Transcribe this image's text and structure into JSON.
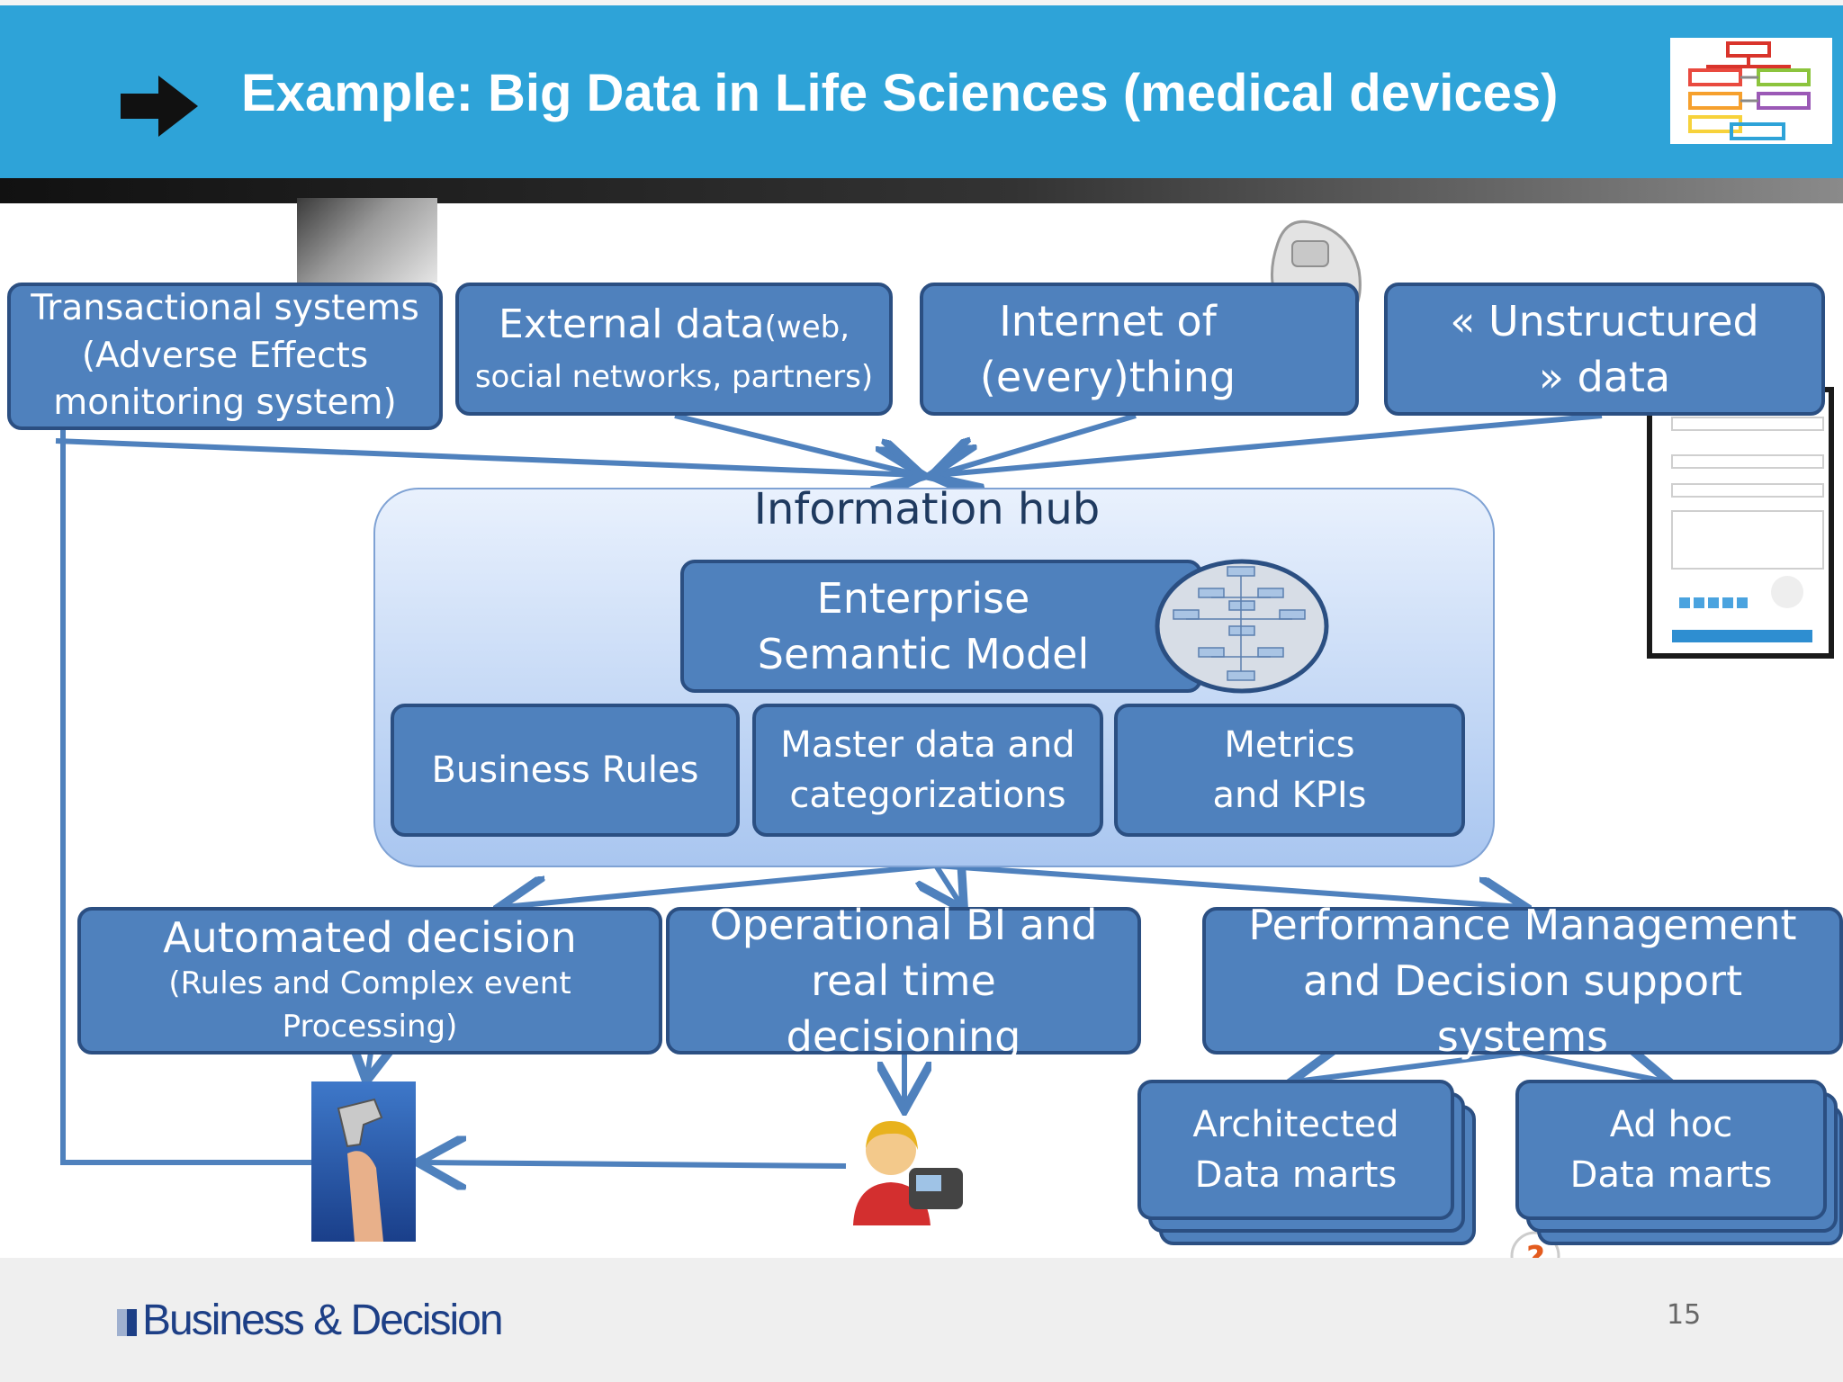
{
  "slide": {
    "title": "Example: Big Data in Life Sciences (medical devices)",
    "page_number": "15",
    "logo_text": "Business & Decision"
  },
  "sources": [
    {
      "main": "Transactional systems (Adverse Effects monitoring system)",
      "sub": ""
    },
    {
      "main": "External data",
      "sub": "(web, social networks, partners)"
    },
    {
      "main": "Internet of (every)thing",
      "sub": ""
    },
    {
      "main": "« Unstructured » data",
      "sub": ""
    }
  ],
  "hub": {
    "title": "Information hub",
    "semantic_model": "Enterprise Semantic Model",
    "components": [
      "Business Rules",
      "Master data and categorizations",
      "Metrics and KPIs"
    ]
  },
  "outputs": [
    {
      "main": "Automated decision",
      "sub": "(Rules and Complex event Processing)"
    },
    {
      "main": "Operational BI and real time decisioning",
      "sub": ""
    },
    {
      "main": "Performance Management and Decision support systems",
      "sub": ""
    }
  ],
  "marts": [
    "Architected Data marts",
    "Ad hoc Data marts"
  ],
  "colors": {
    "header": "#2ea3d8",
    "box": "#4f81bd",
    "box_border": "#2b4f82",
    "arrow": "#4f81bd"
  }
}
